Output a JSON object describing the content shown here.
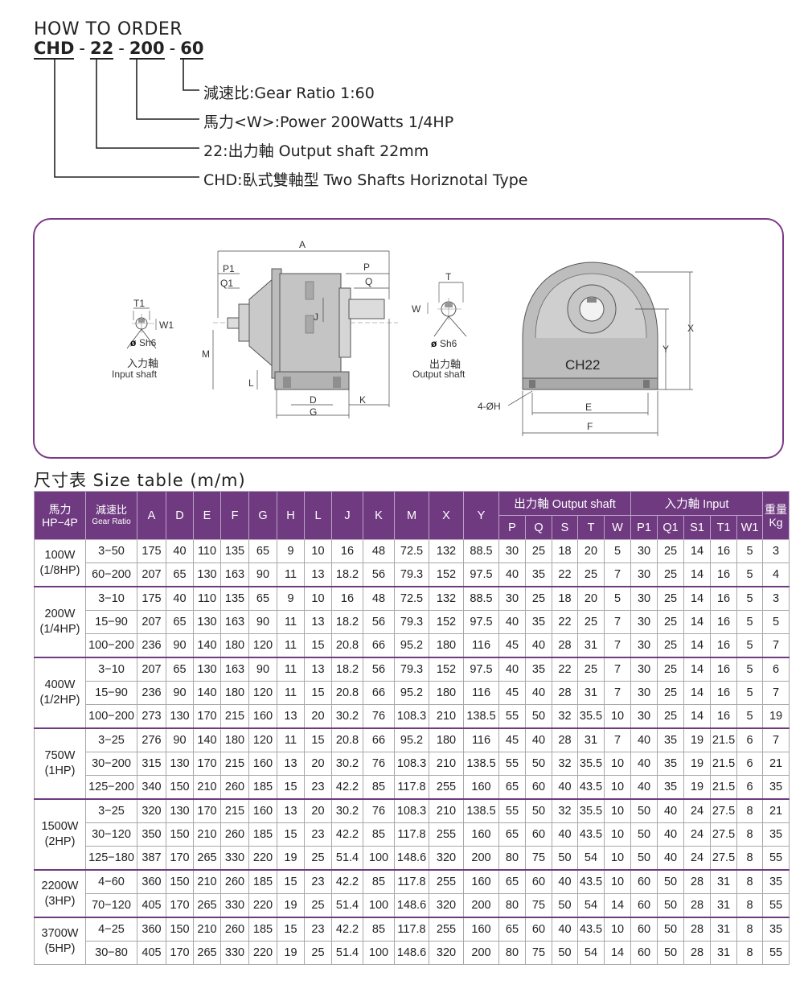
{
  "order": {
    "title": "HOW TO ORDER",
    "code": {
      "p1": "CHD",
      "p2": "22",
      "p3": "200",
      "p4": "60",
      "sep": "-"
    },
    "lines": [
      "減速比:Gear Ratio 1:60",
      "馬力<W>:Power 200Watts 1/4HP",
      "22:出力軸 Output shaft 22mm",
      "CHD:臥式雙軸型 Two Shafts Horiznotal Type"
    ]
  },
  "diagram": {
    "input_label_cn": "入力軸",
    "input_label_en": "Input shaft",
    "output_label_cn": "出力軸",
    "output_label_en": "Output shaft",
    "model": "CH22",
    "dims": {
      "A": "A",
      "P1": "P1",
      "Q1": "Q1",
      "P": "P",
      "Q": "Q",
      "J": "J",
      "M": "M",
      "L": "L",
      "D": "D",
      "G": "G",
      "K": "K",
      "T1": "T1",
      "W1": "W1",
      "Sh6_in": "Sh6",
      "T": "T",
      "W": "W",
      "Sh6_out": "Sh6",
      "X": "X",
      "Y": "Y",
      "E": "E",
      "F": "F",
      "H": "4-ØH"
    }
  },
  "table": {
    "title": "尺寸表 Size table (m/m)",
    "header": {
      "hp_cn": "馬力",
      "hp_en": "HP−4P",
      "ratio_cn": "減速比",
      "ratio_en": "Gear Ratio",
      "cols": [
        "A",
        "D",
        "E",
        "F",
        "G",
        "H",
        "L",
        "J",
        "K",
        "M",
        "X",
        "Y"
      ],
      "out_group": "出力軸 Output shaft",
      "out_cols": [
        "P",
        "Q",
        "S",
        "T",
        "W"
      ],
      "in_group": "入力軸 Input",
      "in_cols": [
        "P1",
        "Q1",
        "S1",
        "T1",
        "W1"
      ],
      "weight_cn": "重量",
      "weight_unit": "Kg"
    },
    "groups": [
      {
        "hp": [
          "100W",
          "(1/8HP)"
        ],
        "rows": [
          [
            "3−50",
            "175",
            "40",
            "110",
            "135",
            "65",
            "9",
            "10",
            "16",
            "48",
            "72.5",
            "132",
            "88.5",
            "30",
            "25",
            "18",
            "20",
            "5",
            "30",
            "25",
            "14",
            "16",
            "5",
            "3"
          ],
          [
            "60−200",
            "207",
            "65",
            "130",
            "163",
            "90",
            "11",
            "13",
            "18.2",
            "56",
            "79.3",
            "152",
            "97.5",
            "40",
            "35",
            "22",
            "25",
            "7",
            "30",
            "25",
            "14",
            "16",
            "5",
            "4"
          ]
        ]
      },
      {
        "hp": [
          "200W",
          "(1/4HP)"
        ],
        "rows": [
          [
            "3−10",
            "175",
            "40",
            "110",
            "135",
            "65",
            "9",
            "10",
            "16",
            "48",
            "72.5",
            "132",
            "88.5",
            "30",
            "25",
            "18",
            "20",
            "5",
            "30",
            "25",
            "14",
            "16",
            "5",
            "3"
          ],
          [
            "15−90",
            "207",
            "65",
            "130",
            "163",
            "90",
            "11",
            "13",
            "18.2",
            "56",
            "79.3",
            "152",
            "97.5",
            "40",
            "35",
            "22",
            "25",
            "7",
            "30",
            "25",
            "14",
            "16",
            "5",
            "5"
          ],
          [
            "100−200",
            "236",
            "90",
            "140",
            "180",
            "120",
            "11",
            "15",
            "20.8",
            "66",
            "95.2",
            "180",
            "116",
            "45",
            "40",
            "28",
            "31",
            "7",
            "30",
            "25",
            "14",
            "16",
            "5",
            "7"
          ]
        ]
      },
      {
        "hp": [
          "400W",
          "(1/2HP)"
        ],
        "rows": [
          [
            "3−10",
            "207",
            "65",
            "130",
            "163",
            "90",
            "11",
            "13",
            "18.2",
            "56",
            "79.3",
            "152",
            "97.5",
            "40",
            "35",
            "22",
            "25",
            "7",
            "30",
            "25",
            "14",
            "16",
            "5",
            "6"
          ],
          [
            "15−90",
            "236",
            "90",
            "140",
            "180",
            "120",
            "11",
            "15",
            "20.8",
            "66",
            "95.2",
            "180",
            "116",
            "45",
            "40",
            "28",
            "31",
            "7",
            "30",
            "25",
            "14",
            "16",
            "5",
            "7"
          ],
          [
            "100−200",
            "273",
            "130",
            "170",
            "215",
            "160",
            "13",
            "20",
            "30.2",
            "76",
            "108.3",
            "210",
            "138.5",
            "55",
            "50",
            "32",
            "35.5",
            "10",
            "30",
            "25",
            "14",
            "16",
            "5",
            "19"
          ]
        ]
      },
      {
        "hp": [
          "750W",
          "(1HP)"
        ],
        "rows": [
          [
            "3−25",
            "276",
            "90",
            "140",
            "180",
            "120",
            "11",
            "15",
            "20.8",
            "66",
            "95.2",
            "180",
            "116",
            "45",
            "40",
            "28",
            "31",
            "7",
            "40",
            "35",
            "19",
            "21.5",
            "6",
            "7"
          ],
          [
            "30−200",
            "315",
            "130",
            "170",
            "215",
            "160",
            "13",
            "20",
            "30.2",
            "76",
            "108.3",
            "210",
            "138.5",
            "55",
            "50",
            "32",
            "35.5",
            "10",
            "40",
            "35",
            "19",
            "21.5",
            "6",
            "21"
          ],
          [
            "125−200",
            "340",
            "150",
            "210",
            "260",
            "185",
            "15",
            "23",
            "42.2",
            "85",
            "117.8",
            "255",
            "160",
            "65",
            "60",
            "40",
            "43.5",
            "10",
            "40",
            "35",
            "19",
            "21.5",
            "6",
            "35"
          ]
        ]
      },
      {
        "hp": [
          "1500W",
          "(2HP)"
        ],
        "rows": [
          [
            "3−25",
            "320",
            "130",
            "170",
            "215",
            "160",
            "13",
            "20",
            "30.2",
            "76",
            "108.3",
            "210",
            "138.5",
            "55",
            "50",
            "32",
            "35.5",
            "10",
            "50",
            "40",
            "24",
            "27.5",
            "8",
            "21"
          ],
          [
            "30−120",
            "350",
            "150",
            "210",
            "260",
            "185",
            "15",
            "23",
            "42.2",
            "85",
            "117.8",
            "255",
            "160",
            "65",
            "60",
            "40",
            "43.5",
            "10",
            "50",
            "40",
            "24",
            "27.5",
            "8",
            "35"
          ],
          [
            "125−180",
            "387",
            "170",
            "265",
            "330",
            "220",
            "19",
            "25",
            "51.4",
            "100",
            "148.6",
            "320",
            "200",
            "80",
            "75",
            "50",
            "54",
            "10",
            "50",
            "40",
            "24",
            "27.5",
            "8",
            "55"
          ]
        ]
      },
      {
        "hp": [
          "2200W",
          "(3HP)"
        ],
        "rows": [
          [
            "4−60",
            "360",
            "150",
            "210",
            "260",
            "185",
            "15",
            "23",
            "42.2",
            "85",
            "117.8",
            "255",
            "160",
            "65",
            "60",
            "40",
            "43.5",
            "10",
            "60",
            "50",
            "28",
            "31",
            "8",
            "35"
          ],
          [
            "70−120",
            "405",
            "170",
            "265",
            "330",
            "220",
            "19",
            "25",
            "51.4",
            "100",
            "148.6",
            "320",
            "200",
            "80",
            "75",
            "50",
            "54",
            "14",
            "60",
            "50",
            "28",
            "31",
            "8",
            "55"
          ]
        ]
      },
      {
        "hp": [
          "3700W",
          "(5HP)"
        ],
        "rows": [
          [
            "4−25",
            "360",
            "150",
            "210",
            "260",
            "185",
            "15",
            "23",
            "42.2",
            "85",
            "117.8",
            "255",
            "160",
            "65",
            "60",
            "40",
            "43.5",
            "10",
            "60",
            "50",
            "28",
            "31",
            "8",
            "35"
          ],
          [
            "30−80",
            "405",
            "170",
            "265",
            "330",
            "220",
            "19",
            "25",
            "51.4",
            "100",
            "148.6",
            "320",
            "200",
            "80",
            "75",
            "50",
            "54",
            "14",
            "60",
            "50",
            "28",
            "31",
            "8",
            "55"
          ]
        ]
      }
    ]
  }
}
